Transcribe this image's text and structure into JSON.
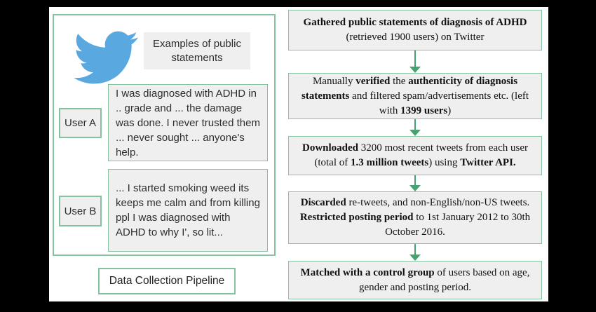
{
  "figure": {
    "caption": "Data Collection Pipeline"
  },
  "left_panel": {
    "twitter_icon": "twitter-bird-icon",
    "examples_label": "Examples of public statements",
    "users": [
      {
        "label": "User A",
        "statement": "I was diagnosed with ADHD in .. grade and ... the damage was done. I never trusted them ... never sought ... anyone's help."
      },
      {
        "label": "User B",
        "statement": "... I started smoking weed its keeps me calm and from killing ppl I was diagnosed with ADHD to why I', so lit..."
      }
    ]
  },
  "pipeline": {
    "steps": [
      {
        "segments": [
          {
            "text": "Gathered public statements of diagnosis of ADHD",
            "bold": true,
            "break_after": true
          },
          {
            "text": "(retrieved 1900 users) on Twitter",
            "bold": false
          }
        ]
      },
      {
        "segments": [
          {
            "text": "Manually ",
            "bold": false
          },
          {
            "text": "verified",
            "bold": true
          },
          {
            "text": " the ",
            "bold": false
          },
          {
            "text": "authenticity of diagnosis statements",
            "bold": true
          },
          {
            "text": " and filtered spam/advertisements etc. (left with ",
            "bold": false
          },
          {
            "text": "1399 users",
            "bold": true
          },
          {
            "text": ")",
            "bold": false
          }
        ]
      },
      {
        "segments": [
          {
            "text": "Downloaded",
            "bold": true
          },
          {
            "text": " 3200 most recent tweets from each user (total of ",
            "bold": false
          },
          {
            "text": "1.3 million tweets",
            "bold": true
          },
          {
            "text": ") using ",
            "bold": false
          },
          {
            "text": "Twitter API.",
            "bold": true
          }
        ]
      },
      {
        "segments": [
          {
            "text": "Discarded",
            "bold": true
          },
          {
            "text": " re-tweets, and non-English/non-US tweets. ",
            "bold": false
          },
          {
            "text": "Restricted posting period",
            "bold": true
          },
          {
            "text": " to 1st January 2012 to 30th October 2016.",
            "bold": false
          }
        ]
      },
      {
        "segments": [
          {
            "text": "Matched with a control group",
            "bold": true
          },
          {
            "text": " of users based on age, gender and posting period.",
            "bold": false
          }
        ]
      }
    ]
  },
  "colors": {
    "box_border_green": "#85c2a0",
    "arrow_green": "#45a371",
    "box_fill": "#efefef",
    "twitter_blue": "#5aa8e0",
    "canvas_bg": "#ffffff",
    "frame_bg": "#000000"
  }
}
